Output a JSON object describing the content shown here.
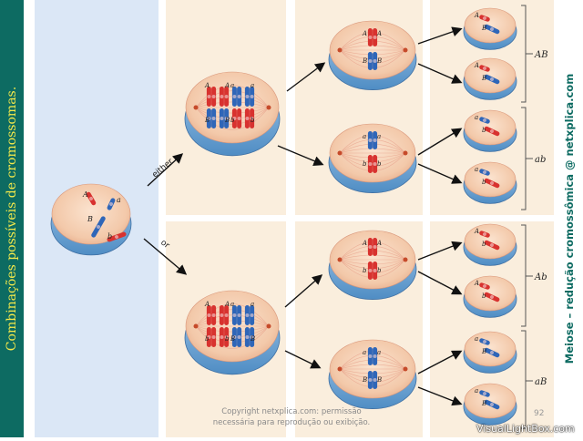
{
  "left_title": "Combinações possíveis de cromossomas.",
  "right_title": "Meiose – redução cromossômica @ netxplica.com",
  "copyright": {
    "line1": "Copyright netxplica.com: permissão",
    "line2": "necessária para reprodução ou exibição."
  },
  "page_number": "92",
  "watermark": "VisualLightBox.com",
  "arrow_labels": {
    "top": "either",
    "bottom": "or"
  },
  "gene_letters": {
    "big_a": "A",
    "small_a": "a",
    "big_b": "B",
    "small_b": "b"
  },
  "outcome_labels": {
    "o1": "AB",
    "o2": "ab",
    "o3": "Ab",
    "o4": "aB"
  },
  "colors": {
    "left_bar": "#0d6b62",
    "panel_blue": "#dbe7f6",
    "panel_beige": "#faeedd",
    "red_chromosome": "#d8322f",
    "blue_chromosome": "#2f66b8"
  }
}
